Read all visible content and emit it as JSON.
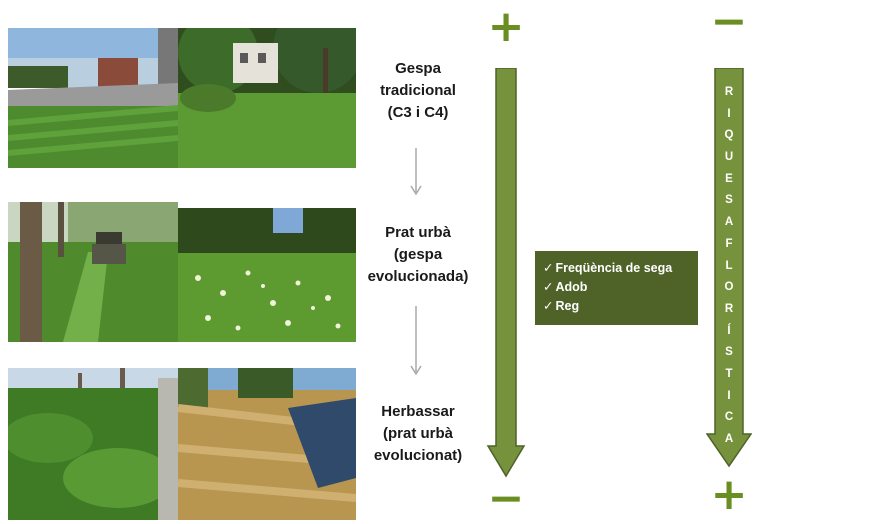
{
  "stages": [
    {
      "line1": "Gespa",
      "line2": "tradicional",
      "line3": "(C3 i C4)"
    },
    {
      "line1": "Prat urbà",
      "line2": "(gespa",
      "line3": "evolucionada)"
    },
    {
      "line1": "Herbassar",
      "line2": "(prat urbà",
      "line3": "evolucionat)"
    }
  ],
  "left_arrow": {
    "top_sign": "+",
    "bottom_sign": "−"
  },
  "right_arrow": {
    "top_sign": "−",
    "bottom_sign": "+",
    "letters": [
      "R",
      "I",
      "Q",
      "U",
      "E",
      "S",
      "A",
      "F",
      "L",
      "O",
      "R",
      "Í",
      "S",
      "T",
      "I",
      "C",
      "A"
    ]
  },
  "practices": {
    "check_icon": "checkmark-icon",
    "items": [
      "Freqüència de sega",
      "Adob",
      "Reg"
    ]
  },
  "colors": {
    "arrow": "#76923c",
    "arrow_dark": "#4f6228",
    "box": "#4f6228",
    "sign": "#6b8e23"
  }
}
